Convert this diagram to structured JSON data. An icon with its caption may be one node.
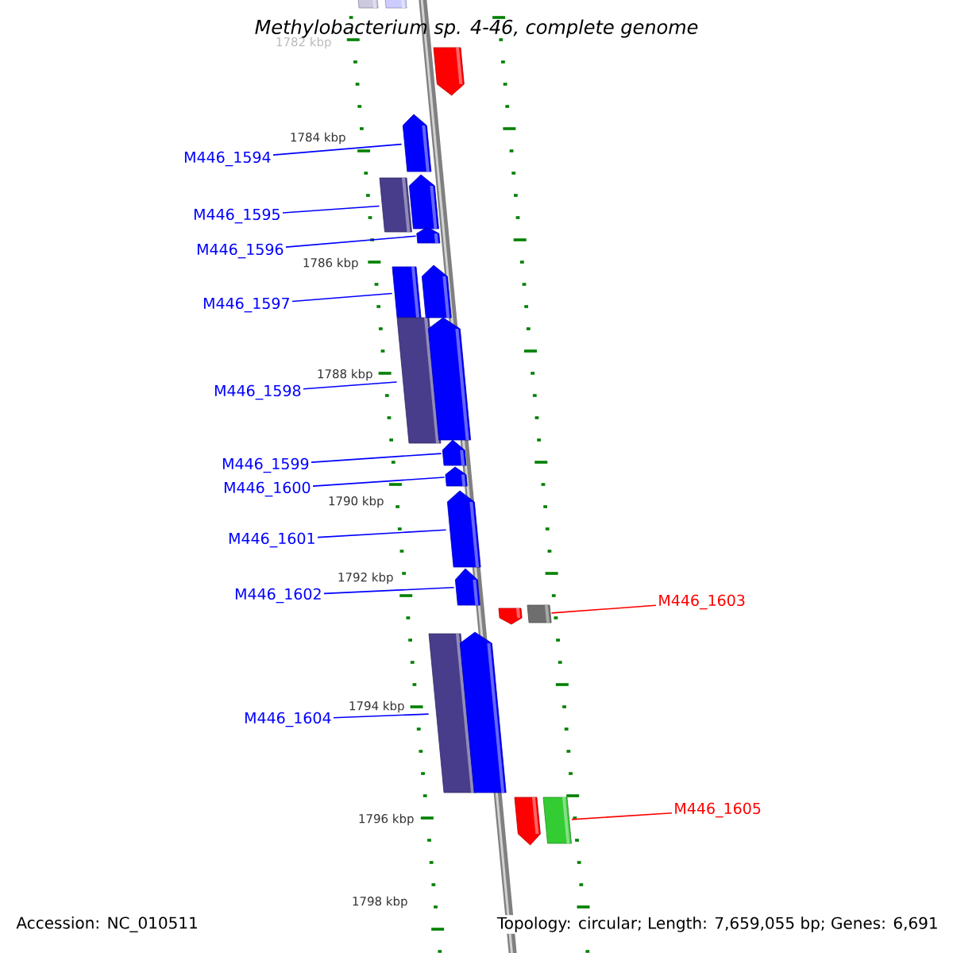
{
  "diagram": {
    "title": "Methylobacterium sp. 4-46, complete genome",
    "nodes": [
      {
        "text": [
          "M446_1594"
        ]
      },
      {
        "text": [],
        "shape": "arrow"
      },
      {
        "text": [
          "M446_1595"
        ]
      },
      {
        "text": [],
        "shape": "box"
      },
      {
        "text": [
          "M446_1596"
        ]
      },
      {
        "text": [],
        "shape": "arrow"
      },
      {
        "text": [
          "M446_1597"
        ]
      },
      {
        "text": [],
        "shape": "box"
      },
      {
        "text": [
          "M446_1598"
        ]
      },
      {
        "text": [],
        "shape": "box"
      },
      {
        "text": [
          "M446_1599"
        ]
      },
      {
        "text": [],
        "shape": "arrow"
      },
      {
        "text": [
          "M446_1600"
        ]
      },
      {
        "text": [],
        "shape": "arrow"
      },
      {
        "text": [
          "M446_1601"
        ]
      },
      {
        "text": [],
        "shape": "arrow"
      },
      {
        "text": [
          "M446_1602"
        ]
      },
      {
        "text": [],
        "shape": "arrow"
      },
      {
        "text": [
          "M446_1603"
        ]
      },
      {
        "text": [],
        "shape": "box"
      },
      {
        "text": [
          "M446_1604"
        ]
      },
      {
        "text": [],
        "shape": "box"
      },
      {
        "text": [
          "M446_1605"
        ]
      },
      {
        "text": [],
        "shape": "box"
      },
      {
        "text": [],
        "shape": "box"
      },
      {
        "text": [],
        "shape": "box"
      },
      {
        "text": [],
        "shape": "arrow"
      },
      {
        "text": [],
        "shape": "arrow"
      },
      {
        "text": [],
        "shape": "arrow"
      },
      {
        "text": [],
        "shape": "arrow"
      },
      {
        "text": [],
        "shape": "arrow"
      },
      {
        "text": [],
        "shape": "arrow"
      },
      {
        "text": [],
        "shape": "arrow"
      }
    ],
    "edges": [
      {
        "from": 0,
        "to": 1,
        "arrow": "none"
      },
      {
        "from": 2,
        "to": 3,
        "arrow": "none"
      },
      {
        "from": 4,
        "to": 5,
        "arrow": "none"
      },
      {
        "from": 6,
        "to": 7,
        "arrow": "none"
      },
      {
        "from": 8,
        "to": 9,
        "arrow": "none"
      },
      {
        "from": 10,
        "to": 11,
        "arrow": "none"
      },
      {
        "from": 12,
        "to": 13,
        "arrow": "none"
      },
      {
        "from": 14,
        "to": 15,
        "arrow": "none"
      },
      {
        "from": 16,
        "to": 17,
        "arrow": "none"
      },
      {
        "from": 18,
        "to": 19,
        "arrow": "none",
        "color": "#ff0000"
      },
      {
        "from": 20,
        "to": 21,
        "arrow": "none"
      },
      {
        "from": 22,
        "to": 23,
        "arrow": "none",
        "color": "#ff0000"
      }
    ],
    "labels": [
      "1782 kbp",
      "1784 kbp",
      "1786 kbp",
      "1788 kbp",
      "1790 kbp",
      "1792 kbp",
      "1794 kbp",
      "1796 kbp",
      "1798 kbp",
      "Accession: NC_010511",
      "Topology: circular; Length: 7,659,055 bp; Genes: 6,691"
    ]
  }
}
